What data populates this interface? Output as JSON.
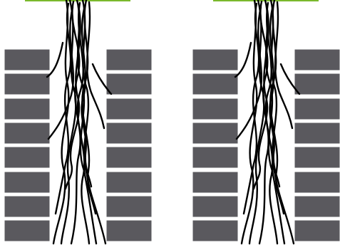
{
  "colors": {
    "background": "#ffffff",
    "block_fill": "#5a595e",
    "block_edge": "#ffffff",
    "accent_bar": "#7ab92c",
    "strand": "#000000"
  },
  "figure": {
    "panel_count": 2,
    "blocks_per_column": 8,
    "strands_per_bundle": 12
  }
}
